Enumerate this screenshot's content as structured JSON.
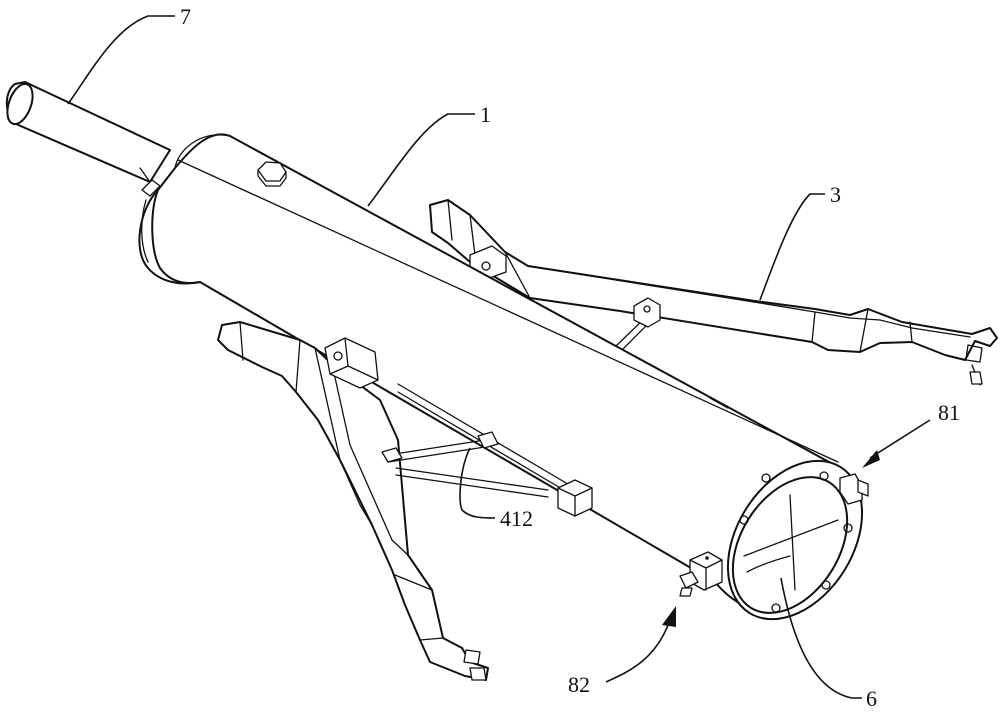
{
  "labels": {
    "l7": "7",
    "l1": "1",
    "l3": "3",
    "l81": "81",
    "l412": "412",
    "l82": "82",
    "l6": "6"
  }
}
